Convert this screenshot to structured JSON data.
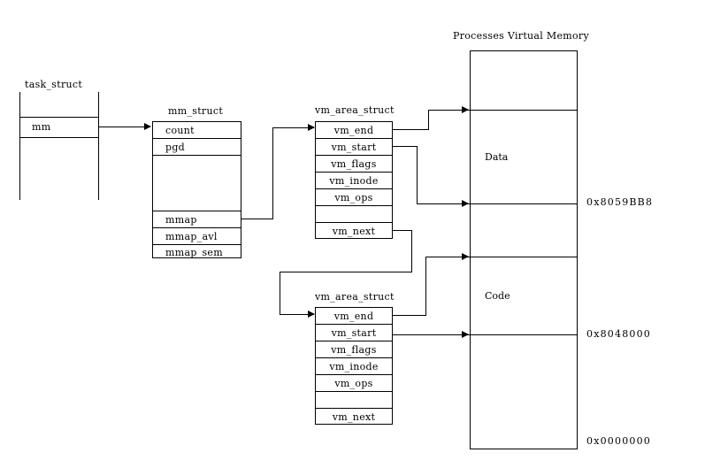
{
  "diagram": {
    "title_process_memory": "Processes Virtual Memory",
    "task_struct": {
      "caption": "task_struct",
      "fields": [
        "mm"
      ]
    },
    "mm_struct": {
      "caption": "mm_struct",
      "fields": [
        "count",
        "pgd",
        "",
        "mmap",
        "mmap_avl",
        "mmap_sem"
      ]
    },
    "vma_data": {
      "caption": "vm_area_struct",
      "fields": [
        "vm_end",
        "vm_start",
        "vm_flags",
        "vm_inode",
        "vm_ops",
        "",
        "vm_next"
      ]
    },
    "vma_code": {
      "caption": "vm_area_struct",
      "fields": [
        "vm_end",
        "vm_start",
        "vm_flags",
        "vm_inode",
        "vm_ops",
        "",
        "vm_next"
      ]
    },
    "memory": {
      "segments": [
        "",
        "Data",
        "",
        "Code",
        ""
      ],
      "data_label": "Data",
      "code_label": "Code",
      "addresses": [
        "0x8059BB8",
        "0x8048000",
        "0x0000000"
      ]
    },
    "colors": {
      "stroke": "#000000",
      "background": "#ffffff"
    }
  }
}
